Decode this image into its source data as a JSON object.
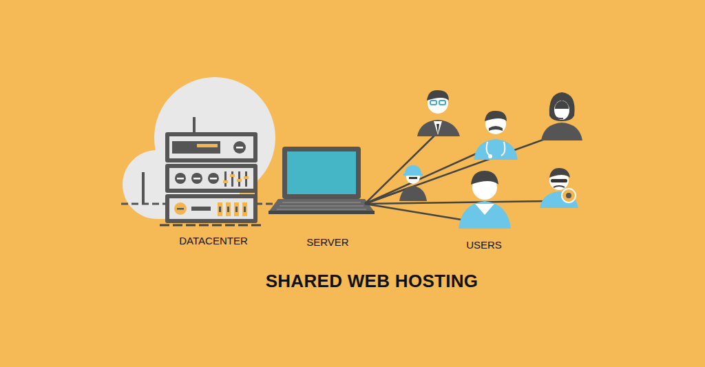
{
  "diagram": {
    "title": "SHARED WEB HOSTING",
    "labels": [
      "DATACENTER",
      "SERVER",
      "USERS"
    ]
  }
}
